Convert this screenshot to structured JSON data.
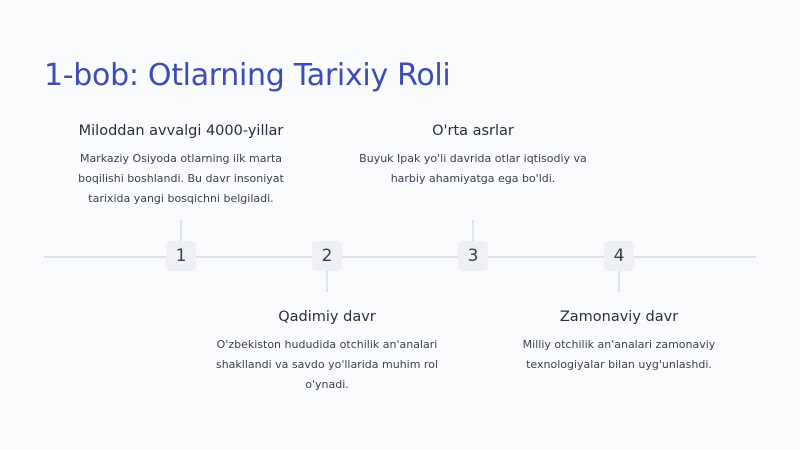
{
  "slide": {
    "title": "1-bob: Otlarning Tarixiy Roli"
  },
  "timeline": {
    "events": [
      {
        "number": "1",
        "heading": "Miloddan avvalgi 4000-yillar",
        "text": "Markaziy Osiyoda otlarning ilk marta boqilishi boshlandi. Bu davr insoniyat tarixida yangi bosqichni belgiladi."
      },
      {
        "number": "2",
        "heading": "Qadimiy davr",
        "text": "O'zbekiston hududida otchilik an'analari shakllandi va savdo yo'llarida muhim rol o'ynadi."
      },
      {
        "number": "3",
        "heading": "O'rta asrlar",
        "text": "Buyuk Ipak yo'li davrida otlar iqtisodiy va harbiy ahamiyatga ega bo'ldi."
      },
      {
        "number": "4",
        "heading": "Zamonaviy davr",
        "text": "Milliy otchilik an'analari zamonaviy texnologiyalar bilan uyg'unlashdi."
      }
    ]
  }
}
